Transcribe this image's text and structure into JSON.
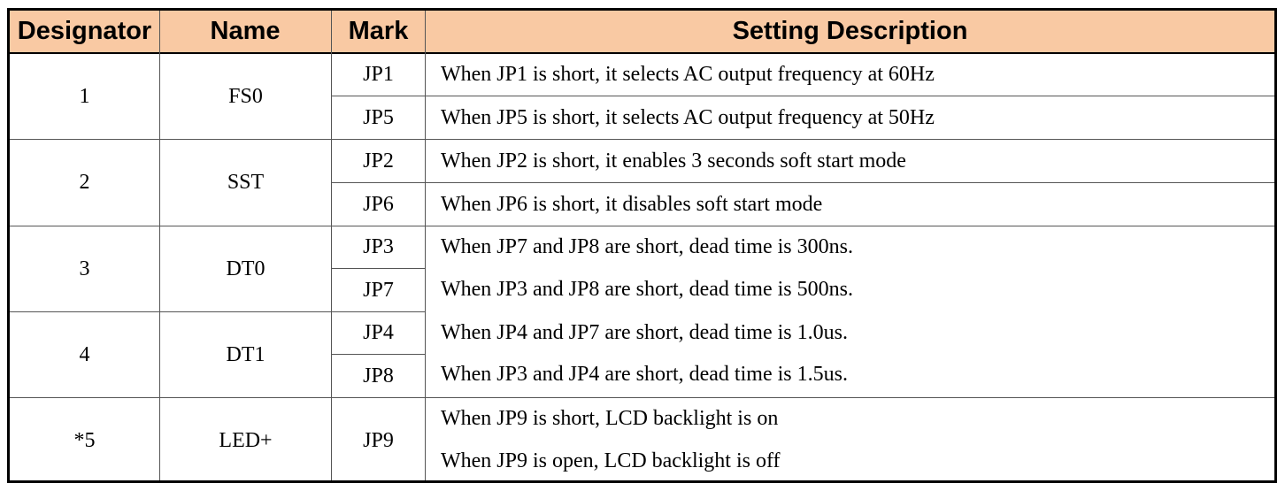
{
  "table": {
    "headers": {
      "designator": "Designator",
      "name": "Name",
      "mark": "Mark",
      "description": "Setting Description"
    },
    "groups": [
      {
        "designator": "1",
        "name": "FS0",
        "marks": [
          "JP1",
          "JP5"
        ],
        "descriptions": [
          "When JP1 is short, it selects AC output frequency at 60Hz",
          "When JP5 is short, it selects AC output frequency at 50Hz"
        ]
      },
      {
        "designator": "2",
        "name": "SST",
        "marks": [
          "JP2",
          "JP6"
        ],
        "descriptions": [
          "When JP2 is short, it enables 3 seconds soft start mode",
          "When JP6 is short, it disables soft start mode"
        ]
      },
      {
        "designator": "3",
        "name": "DT0",
        "marks": [
          "JP3",
          "JP7"
        ]
      },
      {
        "designator": "4",
        "name": "DT1",
        "marks": [
          "JP4",
          "JP8"
        ]
      },
      {
        "designator": "*5",
        "name": "LED+",
        "marks": [
          "JP9"
        ],
        "descriptions": [
          "When JP9 is short, LCD backlight is on",
          "When JP9 is open, LCD backlight is off"
        ]
      }
    ],
    "dead_time_descriptions": [
      "When JP7 and JP8 are short, dead time is 300ns.",
      "When JP3 and JP8 are short, dead time is 500ns.",
      "When JP4 and JP7 are short, dead time is 1.0us.",
      "When JP3 and JP4 are short, dead time is 1.5us."
    ]
  }
}
